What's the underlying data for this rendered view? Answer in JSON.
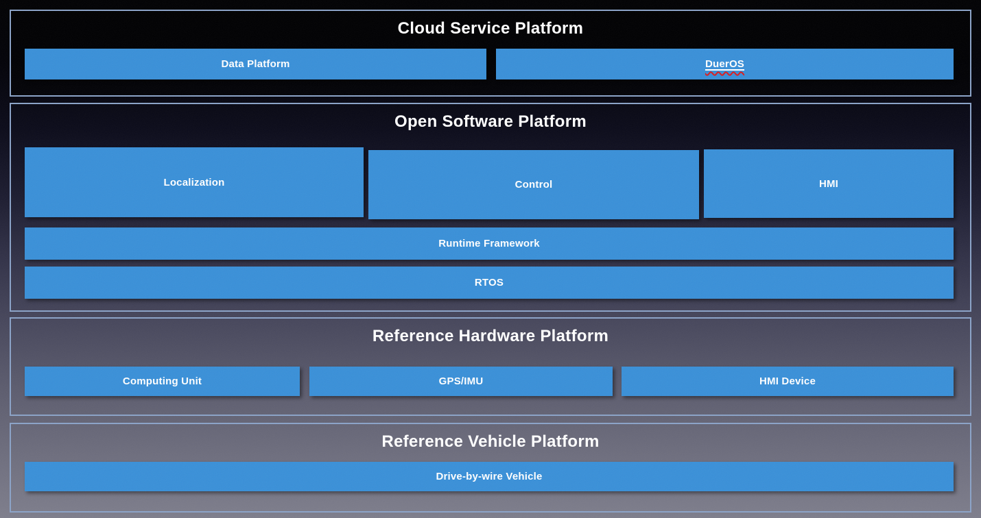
{
  "colors": {
    "box_blue": "#3a90d8",
    "section_border": "#8ba3c8",
    "title_text": "#ffffff",
    "box_text": "#ffffff",
    "spellcheck_red": "#dd1c1c",
    "bg_top": "#010103",
    "bg_bottom": "#7e7e8c"
  },
  "sections": {
    "cloud": {
      "title": "Cloud Service Platform",
      "boxes": {
        "data_platform": "Data Platform",
        "dueros": "DuerOS"
      }
    },
    "software": {
      "title": "Open Software Platform",
      "boxes": {
        "localization": "Localization",
        "control": "Control",
        "hmi": "HMI",
        "runtime_framework": "Runtime Framework",
        "rtos": "RTOS"
      }
    },
    "hardware": {
      "title": "Reference Hardware Platform",
      "boxes": {
        "computing_unit": "Computing Unit",
        "gps_imu": "GPS/IMU",
        "hmi_device": "HMI Device"
      }
    },
    "vehicle": {
      "title": "Reference Vehicle Platform",
      "boxes": {
        "drive_by_wire": "Drive-by-wire Vehicle"
      }
    }
  }
}
